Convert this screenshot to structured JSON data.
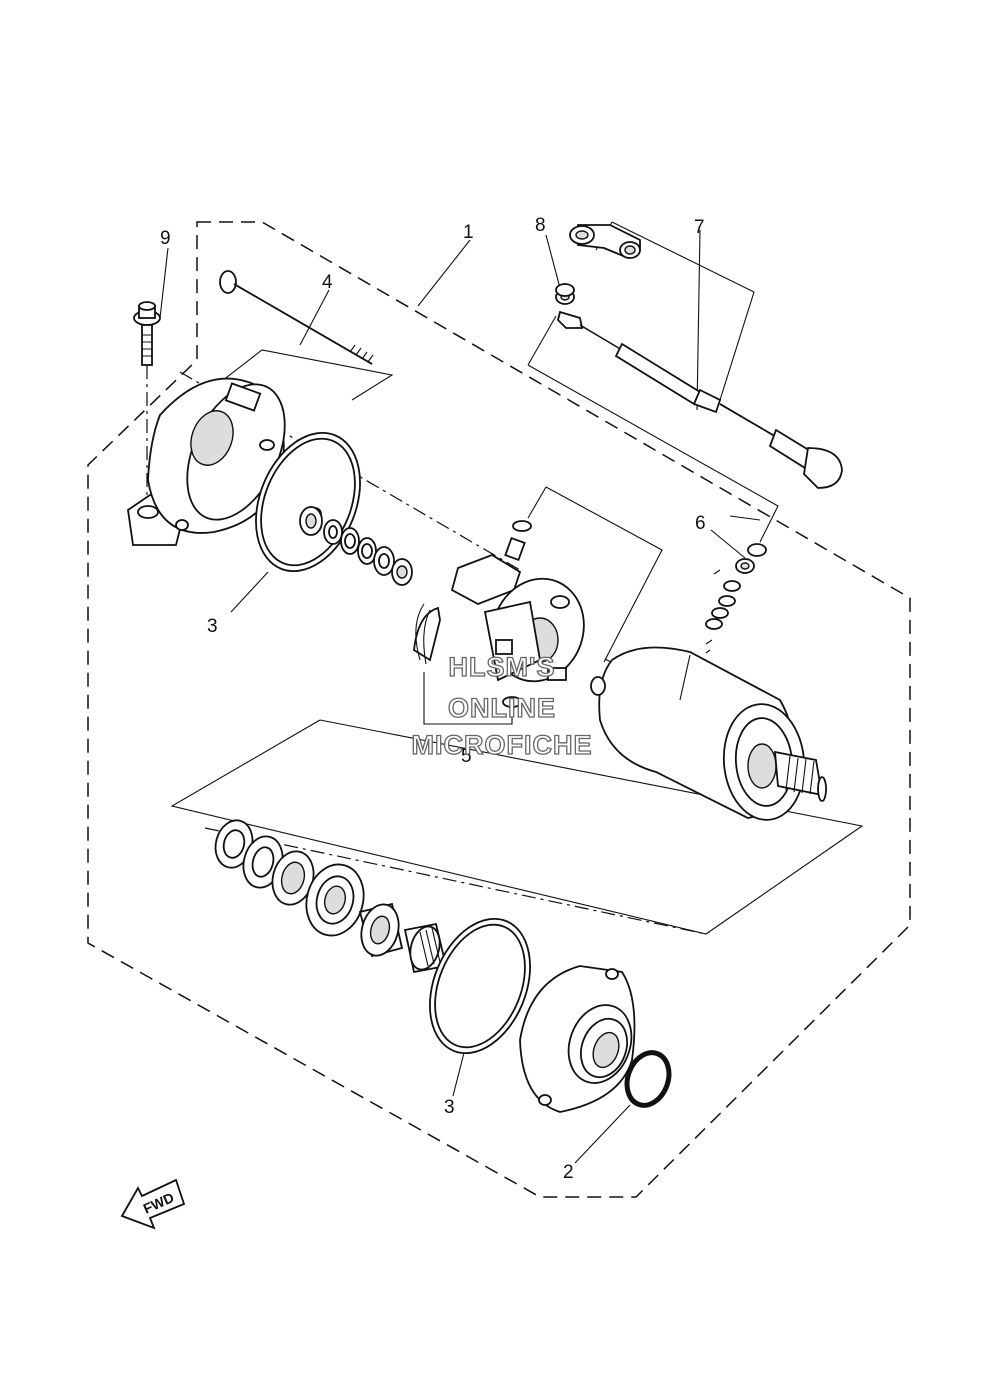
{
  "callouts": {
    "c1": "1",
    "c2": "2",
    "c3a": "3",
    "c3b": "3",
    "c4": "4",
    "c5": "5",
    "c6": "6",
    "c7": "7",
    "c8": "8",
    "c9": "9"
  },
  "watermark": {
    "line1": "HLSM'S",
    "line2": "ONLINE",
    "line3": "MICROFICHE"
  },
  "direction_arrow": {
    "label": "FWD"
  }
}
